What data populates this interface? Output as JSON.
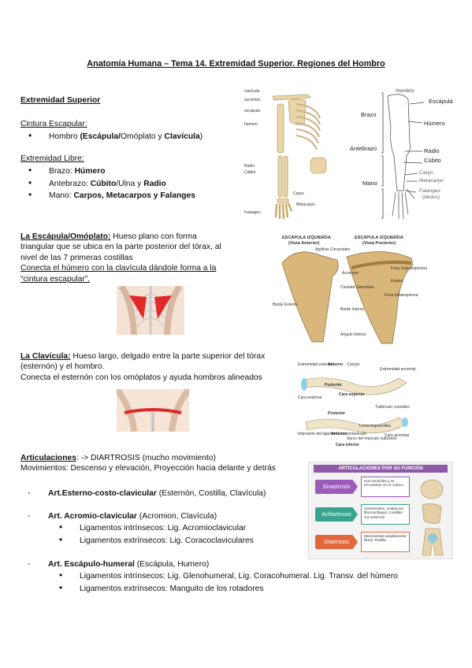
{
  "title": "Anatomía Humana – Tema 14. Extremidad Superior. Regiones del Hombro",
  "sec1": {
    "heading": "Extremidad Superior",
    "cintura_label": "Cintura Escapular:",
    "cintura_item": {
      "p1": "Hombro ",
      "p2": "(Escápula/",
      "p3": "Omóplato y ",
      "p4": "Clavícula",
      "p5": ")"
    },
    "libre_label": "Extremidad Libre:",
    "libre_items": [
      {
        "a": "Brazo: ",
        "b": "Húmero",
        "c": "",
        "d": "",
        "e": ""
      },
      {
        "a": "Antebrazo: ",
        "b": "Cúbito",
        "c": "/Ulna y ",
        "d": "Radio",
        "e": ""
      },
      {
        "a": "Mano: ",
        "b": "Carpos, Metacarpos y Falanges",
        "c": "",
        "d": "",
        "e": ""
      }
    ]
  },
  "fig_skeleton_labels": [
    "clavícula",
    "acromion",
    "escápula",
    "húmero",
    "Radio",
    "Cúbito",
    "Carpo",
    "Metacarpo",
    "Falanges"
  ],
  "fig_arm_labels": {
    "hombro": "Hombro",
    "escapula": "Escápula",
    "brazo": "Brazo",
    "humero": "Húmero",
    "antebrazo": "Antebrazo",
    "radio": "Radio",
    "cubito": "Cúbito",
    "mano": "Mano",
    "carpo": "Carpo",
    "metacarpo": "Metacarpo",
    "falanges": "Falanges",
    "dedos": "(dedos)"
  },
  "sec2": {
    "heading": "La Escápula/Omóplato:",
    "text1": " Hueso plano con forma",
    "text2": "triangular que se ubica en la parte posterior del tórax, al",
    "text3": "nivel de las 7 primeras costillas",
    "link1": "Conecta el húmero con la clavícula dándole forma a la",
    "link2": "“cintura escapular”."
  },
  "fig_scapula": {
    "left_title": "ESCÁPULA IZQUIERDA",
    "left_sub": "(Vista Anterior)",
    "right_title": "ESCÁPULA IZQUIERDA",
    "right_sub": "(Vista Posterior)",
    "labels": [
      "Apófisis Coracoides",
      "Acromion",
      "Cavidad Glenoidea",
      "Borde Interno",
      "Ángulo Inferior",
      "Borde Externo",
      "Fosa Supraespinosa",
      "Espina",
      "Fosa Infraespinosa"
    ]
  },
  "sec3": {
    "heading": "La Clavícula:",
    "text1": " Hueso largo, delgado entre la parte superior del tórax",
    "text2": "(esternón) y el hombro.",
    "text3": "Conecta el esternón con los omóplatos y ayuda hombros alineados"
  },
  "fig_clavicle_labels": [
    "Extremidad esternal",
    "Anterior",
    "Cuerpo",
    "Extremidad acromial",
    "Posterior",
    "Cara superior",
    "Cara esternal",
    "Tubérculo conoideo",
    "Posterior",
    "Línea trapezoidea",
    "Impresión del ligamento costoclavicular",
    "Anterior",
    "Surco del músculo subclavio",
    "Cara acromial",
    "Cara inferior"
  ],
  "fig_joints": {
    "header": "ARTICULACIONES POR SU FUNCIÓN",
    "rows": [
      {
        "name": "Sinartrosis",
        "desc": "Son inmóviles y se encuentran en el cráneo."
      },
      {
        "name": "Anfiartrosis",
        "desc": "Semimóviles, unidas por fibrocartílagos. Costillas con esternón"
      },
      {
        "name": "Diartrosis",
        "desc": "Movimientos ampliamente libres. Rodilla."
      }
    ],
    "colors": [
      "#9b5bb8",
      "#3aa38f",
      "#e2673b"
    ]
  },
  "sec4": {
    "heading": "Articulaciones",
    "heading_rest": ":  -> DIARTROSIS (mucho movimiento)",
    "movements": "Movimientos: Descenso y elevación, Proyección hacia delante y detrás",
    "items": [
      {
        "name": "Art.Esterno-costo-clavicular",
        "paren": " (Esternón, Costilla, Clavícula)",
        "subs": []
      },
      {
        "name": "Art. Acromio-clavicular",
        "paren": " (Acromion, Clavícula)",
        "subs": [
          "Ligamentos intrínsecos: Lig. Acromioclavicular",
          "Ligamentos extrínsecos: Lig. Coracoclaviculares"
        ]
      },
      {
        "name": "Art. Escápulo-humeral",
        "paren": " (Escápula, Humero)",
        "subs": [
          "Ligamentos intrínsecos: Lig. Glenohumeral, Lig. Coracohumeral. Lig. Transv. del húmero",
          "Ligamentos extrínsecos: Manguito de los rotadores"
        ]
      }
    ]
  }
}
